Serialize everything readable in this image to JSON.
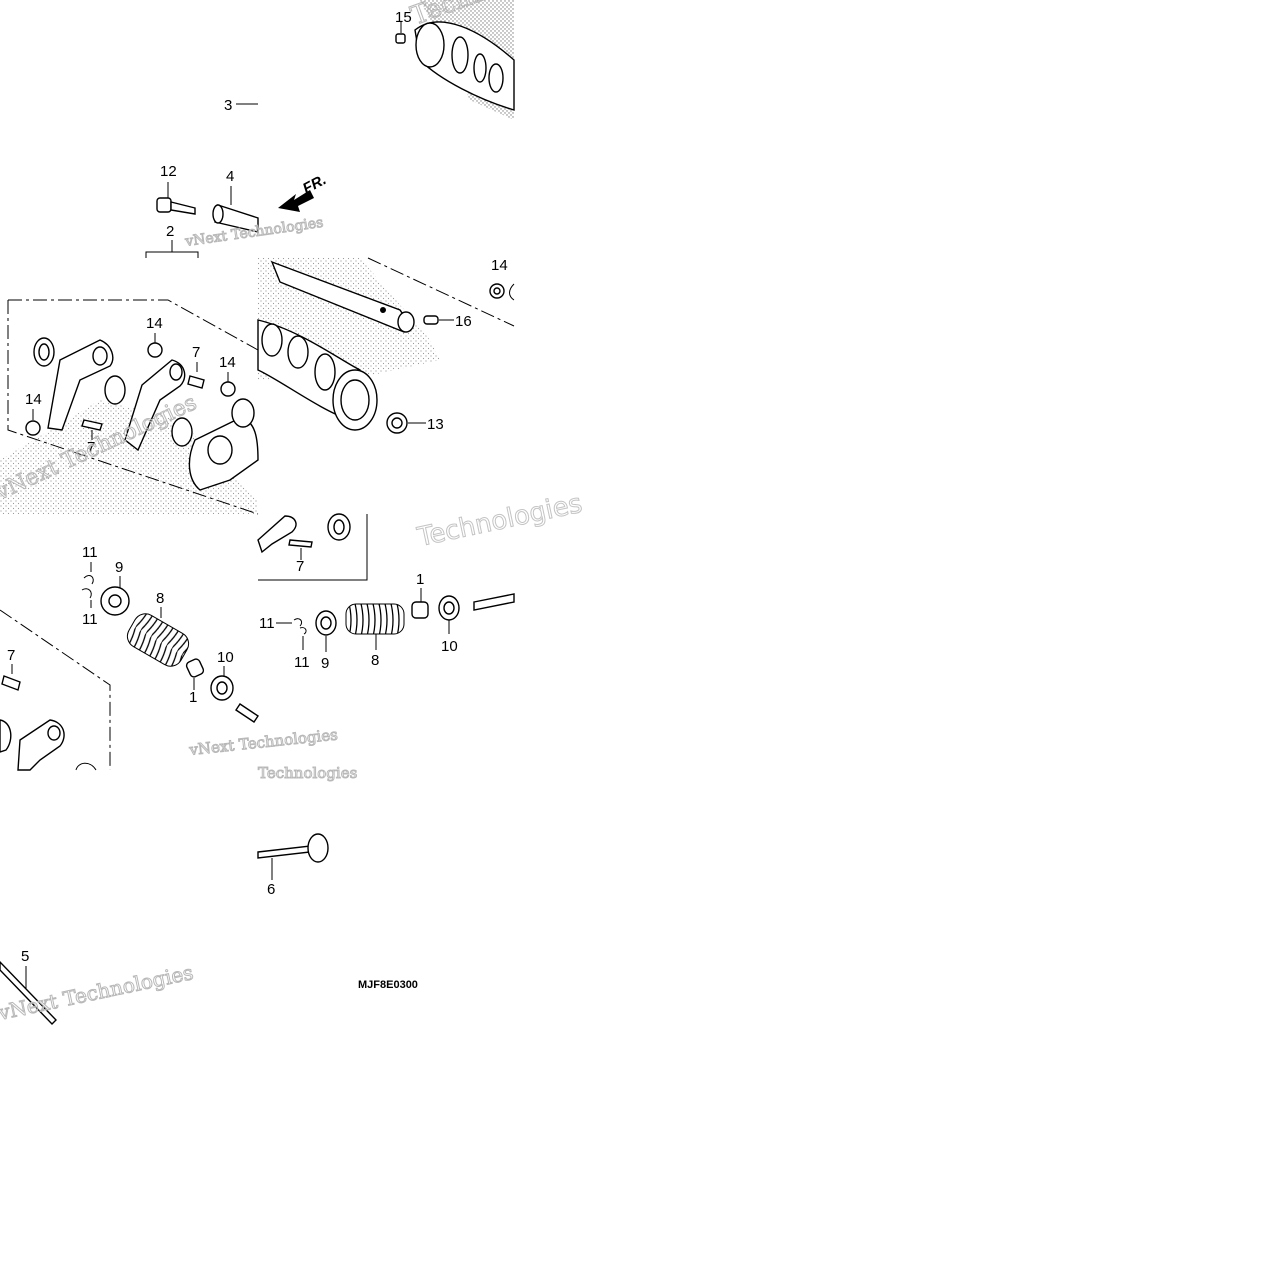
{
  "diagram": {
    "drawing_code": "MJF8E0300",
    "direction_label": "FR.",
    "callouts": [
      "1",
      "2",
      "3",
      "4",
      "5",
      "6",
      "7",
      "8",
      "9",
      "10",
      "11",
      "12",
      "13",
      "14",
      "15",
      "16"
    ],
    "watermarks": [
      "vNext Technologies",
      "Technologies"
    ]
  }
}
